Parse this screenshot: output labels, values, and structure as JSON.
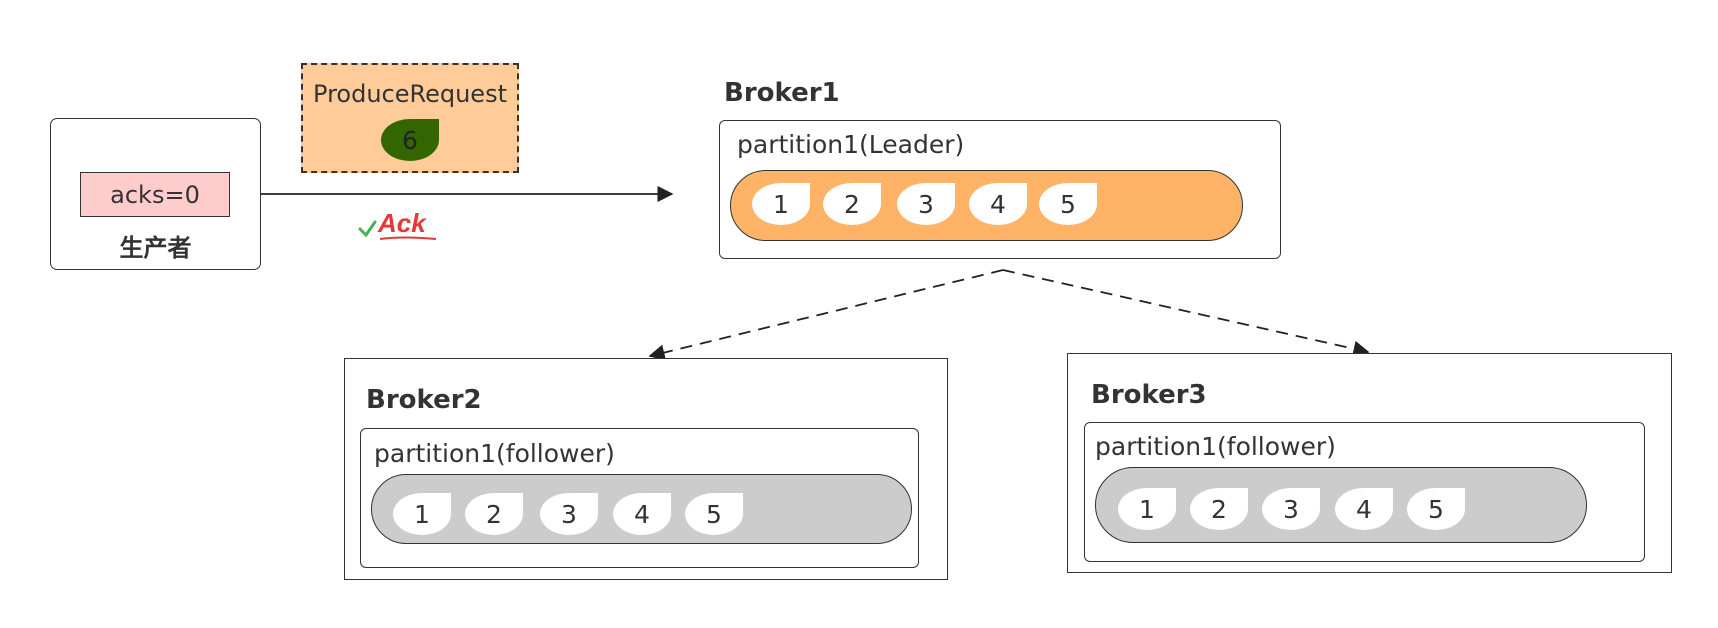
{
  "producer": {
    "label": "生产者",
    "acks": "acks=0"
  },
  "request": {
    "label": "ProduceRequest",
    "message": "6"
  },
  "ack": {
    "text": "Ack"
  },
  "brokers": [
    {
      "name": "Broker1",
      "partition": "partition1(Leader)",
      "messages": [
        "1",
        "2",
        "3",
        "4",
        "5"
      ],
      "color": "#ffb366"
    },
    {
      "name": "Broker2",
      "partition": "partition1(follower)",
      "messages": [
        "1",
        "2",
        "3",
        "4",
        "5"
      ],
      "color": "#cccccc"
    },
    {
      "name": "Broker3",
      "partition": "partition1(follower)",
      "messages": [
        "1",
        "2",
        "3",
        "4",
        "5"
      ],
      "color": "#cccccc"
    }
  ],
  "colors": {
    "request_message": "#336600",
    "ack_red": "#e53935",
    "ack_check": "#4caf50"
  }
}
